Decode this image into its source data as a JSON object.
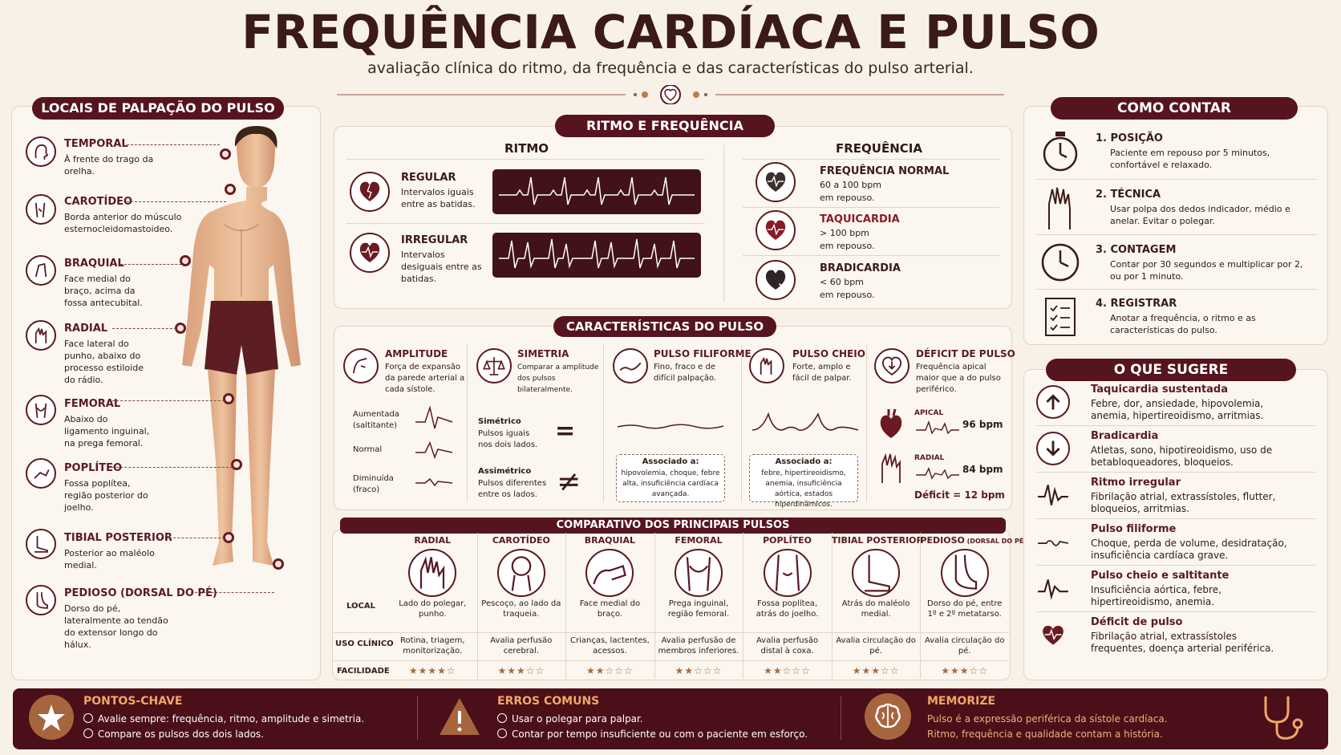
{
  "header": {
    "title": "FREQUÊNCIA CARDÍACA E PULSO",
    "subtitle": "avaliação clínica do ritmo, da frequência e das características do pulso arterial."
  },
  "sections": {
    "locais": "LOCAIS DE PALPAÇÃO DO PULSO",
    "ritmo_freq": "RITMO E FREQUÊNCIA",
    "caracteristicas": "CARACTERÍSTICAS DO PULSO",
    "comparativo": "COMPARATIVO DOS PRINCIPAIS PULSOS",
    "como_contar": "COMO CONTAR",
    "o_que_sugere": "O QUE SUGERE"
  },
  "locais": [
    {
      "name": "TEMPORAL",
      "desc": "À frente do trago da orelha."
    },
    {
      "name": "CAROTÍDEO",
      "desc": "Borda anterior do músculo esternocleidomastoideo."
    },
    {
      "name": "BRAQUIAL",
      "desc": "Face medial do braço, acima da fossa antecubital."
    },
    {
      "name": "RADIAL",
      "desc": "Face lateral do punho, abaixo do processo estiloide do rádio."
    },
    {
      "name": "FEMORAL",
      "desc": "Abaixo do ligamento inguinal, na prega femoral."
    },
    {
      "name": "POPLÍTEO",
      "desc": "Fossa poplítea, região posterior do joelho."
    },
    {
      "name": "TIBIAL POSTERIOR",
      "desc": "Posterior ao maléolo medial."
    },
    {
      "name": "PEDIOSO (DORSAL DO PÉ)",
      "desc": "Dorso do pé, lateralmente ao tendão do extensor longo do hálux."
    }
  ],
  "ritmo": {
    "title": "RITMO",
    "items": [
      {
        "name": "REGULAR",
        "desc": "Intervalos iguais entre as batidas."
      },
      {
        "name": "IRREGULAR",
        "desc": "Intervalos desiguais entre as batidas."
      }
    ]
  },
  "frequencia": {
    "title": "FREQUÊNCIA",
    "items": [
      {
        "name": "FREQUÊNCIA NORMAL",
        "l1": "60 a 100 bpm",
        "l2": "em repouso."
      },
      {
        "name": "TAQUICARDIA",
        "l1": "> 100 bpm",
        "l2": "em repouso."
      },
      {
        "name": "BRADICARDIA",
        "l1": "< 60 bpm",
        "l2": "em repouso."
      }
    ]
  },
  "caract": {
    "amplitude": {
      "name": "AMPLITUDE",
      "desc": "Força de expansão da parede arterial a cada sístole.",
      "levels": [
        "Aumentada (saltitante)",
        "Normal",
        "Diminuída (fraco)"
      ]
    },
    "simetria": {
      "name": "SIMETRIA",
      "desc": "Comparar a amplitude dos pulsos bilateralmente.",
      "sim_t": "Simétrico",
      "sim_d": "Pulsos iguais nos dois lados.",
      "asym_t": "Assimétrico",
      "asym_d": "Pulsos diferentes entre os lados."
    },
    "filiforme": {
      "name": "PULSO FILIFORME",
      "desc": "Fino, fraco e de difícil palpação.",
      "assoc_t": "Associado a:",
      "assoc": "hipovolemia, choque, febre alta, insuficiência cardíaca avançada."
    },
    "cheio": {
      "name": "PULSO CHEIO",
      "desc": "Forte, amplo e fácil de palpar.",
      "assoc_t": "Associado a:",
      "assoc": "febre, hipertireoidismo, anemia, insuficiência aórtica, estados hiperdinâmicos."
    },
    "deficit": {
      "name": "DÉFICIT DE PULSO",
      "desc": "Frequência apical maior que a do pulso periférico.",
      "apical": "APICAL",
      "apical_v": "96 bpm",
      "radial": "RADIAL",
      "radial_v": "84 bpm",
      "result": "Déficit = 12 bpm"
    }
  },
  "comparativo": {
    "row_labels": [
      "LOCAL",
      "USO CLÍNICO",
      "FACILIDADE"
    ],
    "cols": [
      {
        "name": "RADIAL",
        "local": "Lado do polegar, punho.",
        "uso": "Rotina, triagem, monitorização.",
        "stars": 4
      },
      {
        "name": "CAROTÍDEO",
        "local": "Pescoço, ao lado da traqueia.",
        "uso": "Avalia perfusão cerebral.",
        "stars": 3
      },
      {
        "name": "BRAQUIAL",
        "local": "Face medial do braço.",
        "uso": "Crianças, lactentes, acessos.",
        "stars": 2
      },
      {
        "name": "FEMORAL",
        "local": "Prega inguinal, região femoral.",
        "uso": "Avalia perfusão de membros inferiores.",
        "stars": 2
      },
      {
        "name": "POPLÍTEO",
        "local": "Fossa poplítea, atrás do joelho.",
        "uso": "Avalia perfusão distal à coxa.",
        "stars": 2
      },
      {
        "name": "TIBIAL POSTERIOR",
        "local": "Atrás do maléolo medial.",
        "uso": "Avalia circulação do pé.",
        "stars": 3
      },
      {
        "name": "PEDIOSO",
        "name_small": "(DORSAL DO PÉ)",
        "local": "Dorso do pé, entre 1º e 2º metatarso.",
        "uso": "Avalia circulação do pé.",
        "stars": 3
      }
    ]
  },
  "como_contar": [
    {
      "name": "1.  POSIÇÃO",
      "desc": "Paciente em repouso por 5 minutos, confortável e relaxado."
    },
    {
      "name": "2.  TÉCNICA",
      "desc": "Usar polpa dos dedos indicador, médio e anelar. Evitar o polegar."
    },
    {
      "name": "3.  CONTAGEM",
      "desc": "Contar por 30 segundos e multiplicar por 2, ou por 1 minuto."
    },
    {
      "name": "4.  REGISTRAR",
      "desc": "Anotar a frequência, o ritmo e as características do pulso."
    }
  ],
  "sugere": [
    {
      "name": "Taquicardia sustentada",
      "desc": "Febre, dor, ansiedade, hipovolemia, anemia, hipertireoidismo, arritmias."
    },
    {
      "name": "Bradicardia",
      "desc": "Atletas, sono, hipotireoidismo, uso de betabloqueadores, bloqueios."
    },
    {
      "name": "Ritmo irregular",
      "desc": "Fibrilação atrial, extrassístoles, flutter, bloqueios, arritmias."
    },
    {
      "name": "Pulso filiforme",
      "desc": "Choque, perda de volume, desidratação, insuficiência cardíaca grave."
    },
    {
      "name": "Pulso cheio e saltitante",
      "desc": "Insuficiência aórtica, febre, hipertireoidismo, anemia."
    },
    {
      "name": "Déficit de pulso",
      "desc": "Fibrilação atrial, extrassístoles frequentes, doença arterial periférica."
    }
  ],
  "footer": {
    "pontos": {
      "title": "PONTOS-CHAVE",
      "l1": "Avalie sempre: frequência, ritmo, amplitude e simetria.",
      "l2": "Compare os pulsos dos dois lados."
    },
    "erros": {
      "title": "ERROS COMUNS",
      "l1": "Usar o polegar para palpar.",
      "l2": "Contar por tempo insuficiente ou com o paciente em esforço."
    },
    "memorize": {
      "title": "MEMORIZE",
      "l1": "Pulso é a expressão periférica da sístole cardíaca.",
      "l2": "Ritmo, frequência e qualidade contam a história."
    }
  },
  "colors": {
    "brand": "#55141e",
    "accent": "#f0a766",
    "background": "#f8f1e8"
  }
}
